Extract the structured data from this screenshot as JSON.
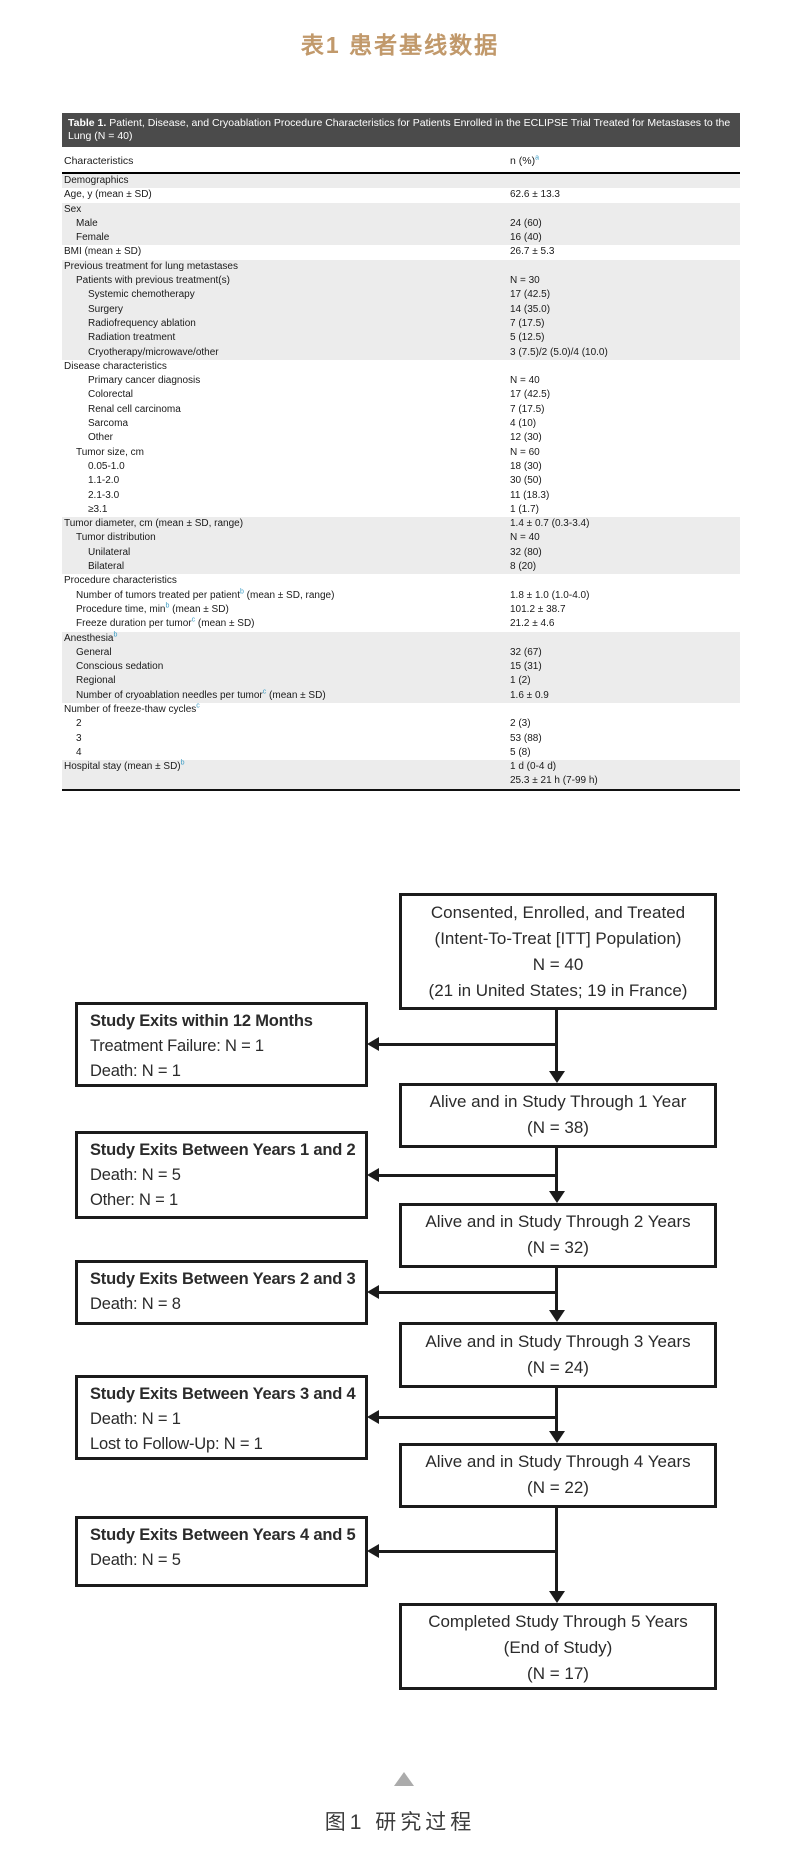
{
  "titles": {
    "table_caption": "表1  患者基线数据",
    "figure_caption": "图1  研究过程"
  },
  "colors": {
    "accent_title": "#c1996b",
    "table_header_bg": "#4b4b4b",
    "row_shade": "#ececec",
    "superscript": "#3f9ec6",
    "flow_line": "#1b1b1b",
    "triangle_gray": "#ababab"
  },
  "table": {
    "title_bold": "Table 1.",
    "title_rest": " Patient, Disease, and Cryoablation Procedure Characteristics for Patients Enrolled in the ECLIPSE Trial Treated for Metastases to the Lung (N = 40)",
    "col_left": "Characteristics",
    "col_right": "n (%)",
    "col_right_sup": "a",
    "rows": [
      {
        "pre": "Demographics",
        "value": "",
        "indent": 0,
        "shade": true
      },
      {
        "pre": "Age, y (mean ± SD)",
        "value": "62.6 ± 13.3",
        "indent": 0,
        "shade": false
      },
      {
        "pre": "Sex",
        "value": "",
        "indent": 0,
        "shade": true
      },
      {
        "pre": "Male",
        "value": "24 (60)",
        "indent": 1,
        "shade": true
      },
      {
        "pre": "Female",
        "value": "16 (40)",
        "indent": 1,
        "shade": true
      },
      {
        "pre": "BMI (mean ± SD)",
        "value": "26.7 ± 5.3",
        "indent": 0,
        "shade": false
      },
      {
        "pre": "Previous treatment for lung metastases",
        "value": "",
        "indent": 0,
        "shade": true
      },
      {
        "pre": "Patients with previous treatment(s)",
        "value": "N = 30",
        "indent": 1,
        "shade": true
      },
      {
        "pre": "Systemic chemotherapy",
        "value": "17 (42.5)",
        "indent": 2,
        "shade": true
      },
      {
        "pre": "Surgery",
        "value": "14 (35.0)",
        "indent": 2,
        "shade": true
      },
      {
        "pre": "Radiofrequency ablation",
        "value": "7 (17.5)",
        "indent": 2,
        "shade": true
      },
      {
        "pre": "Radiation treatment",
        "value": "5 (12.5)",
        "indent": 2,
        "shade": true
      },
      {
        "pre": "Cryotherapy/microwave/other",
        "value": "3 (7.5)/2 (5.0)/4 (10.0)",
        "indent": 2,
        "shade": true
      },
      {
        "pre": "Disease characteristics",
        "value": "",
        "indent": 0,
        "shade": false
      },
      {
        "pre": "Primary cancer diagnosis",
        "value": "N = 40",
        "indent": 2,
        "shade": false
      },
      {
        "pre": "Colorectal",
        "value": "17 (42.5)",
        "indent": 2,
        "shade": false
      },
      {
        "pre": "Renal cell carcinoma",
        "value": "7 (17.5)",
        "indent": 2,
        "shade": false
      },
      {
        "pre": "Sarcoma",
        "value": "4 (10)",
        "indent": 2,
        "shade": false
      },
      {
        "pre": "Other",
        "value": "12 (30)",
        "indent": 2,
        "shade": false
      },
      {
        "pre": "Tumor size, cm",
        "value": "N = 60",
        "indent": 1,
        "shade": false
      },
      {
        "pre": "0.05-1.0",
        "value": "18 (30)",
        "indent": 2,
        "shade": false
      },
      {
        "pre": "1.1-2.0",
        "value": "30 (50)",
        "indent": 2,
        "shade": false
      },
      {
        "pre": "2.1-3.0",
        "value": "11 (18.3)",
        "indent": 2,
        "shade": false
      },
      {
        "pre": "≥3.1",
        "value": "1 (1.7)",
        "indent": 2,
        "shade": false
      },
      {
        "pre": "Tumor diameter, cm (mean ± SD, range)",
        "value": "1.4 ± 0.7 (0.3-3.4)",
        "indent": 0,
        "shade": true
      },
      {
        "pre": "Tumor distribution",
        "value": "N = 40",
        "indent": 1,
        "shade": true
      },
      {
        "pre": "Unilateral",
        "value": "32 (80)",
        "indent": 2,
        "shade": true
      },
      {
        "pre": "Bilateral",
        "value": "8 (20)",
        "indent": 2,
        "shade": true
      },
      {
        "pre": "Procedure characteristics",
        "value": "",
        "indent": 0,
        "shade": false
      },
      {
        "pre": "Number of tumors treated per patient",
        "sup": "b",
        "post": " (mean ± SD, range)",
        "value": "1.8 ± 1.0 (1.0-4.0)",
        "indent": 1,
        "shade": false
      },
      {
        "pre": "Procedure time, min",
        "sup": "b",
        "post": " (mean ± SD)",
        "value": "101.2 ± 38.7",
        "indent": 1,
        "shade": false
      },
      {
        "pre": "Freeze duration per tumor",
        "sup": "c",
        "post": " (mean ± SD)",
        "value": "21.2 ± 4.6",
        "indent": 1,
        "shade": false
      },
      {
        "pre": "Anesthesia",
        "sup": "b",
        "post": "",
        "value": "",
        "indent": 0,
        "shade": true
      },
      {
        "pre": "General",
        "value": "32 (67)",
        "indent": 1,
        "shade": true
      },
      {
        "pre": "Conscious sedation",
        "value": "15 (31)",
        "indent": 1,
        "shade": true
      },
      {
        "pre": "Regional",
        "value": "1 (2)",
        "indent": 1,
        "shade": true
      },
      {
        "pre": "Number of cryoablation needles per tumor",
        "sup": "c",
        "post": " (mean ± SD)",
        "value": "1.6 ± 0.9",
        "indent": 1,
        "shade": true
      },
      {
        "pre": "Number of freeze-thaw cycles",
        "sup": "c",
        "post": "",
        "value": "",
        "indent": 0,
        "shade": false
      },
      {
        "pre": "2",
        "value": "2 (3)",
        "indent": 1,
        "shade": false
      },
      {
        "pre": "3",
        "value": "53 (88)",
        "indent": 1,
        "shade": false
      },
      {
        "pre": "4",
        "value": "5 (8)",
        "indent": 1,
        "shade": false
      },
      {
        "pre": "Hospital stay (mean ± SD)",
        "sup": "b",
        "post": "",
        "value": "1 d (0-4 d)",
        "indent": 0,
        "shade": true
      },
      {
        "pre": "",
        "value": "25.3 ± 21 h (7-99 h)",
        "indent": 0,
        "shade": true
      }
    ]
  },
  "flowchart": {
    "main_boxes": [
      {
        "lines": [
          "Consented, Enrolled, and Treated",
          "(Intent-To-Treat [ITT] Population)",
          "N = 40",
          "(21 in United States; 19 in France)"
        ]
      },
      {
        "lines": [
          "Alive and in Study Through 1 Year",
          "(N = 38)"
        ]
      },
      {
        "lines": [
          "Alive and in Study Through 2 Years",
          "(N = 32)"
        ]
      },
      {
        "lines": [
          "Alive and in Study Through 3 Years",
          "(N = 24)"
        ]
      },
      {
        "lines": [
          "Alive and in Study Through 4 Years",
          "(N = 22)"
        ]
      },
      {
        "lines": [
          "Completed Study Through 5 Years",
          "(End of Study)",
          "(N = 17)"
        ]
      }
    ],
    "exit_boxes": [
      {
        "title": "Study Exits within 12 Months",
        "lines": [
          "Treatment Failure: N = 1",
          "Death: N = 1"
        ]
      },
      {
        "title": "Study Exits Between Years 1 and 2",
        "lines": [
          "Death: N = 5",
          "Other: N = 1"
        ]
      },
      {
        "title": "Study Exits Between Years 2 and 3",
        "lines": [
          "Death: N = 8"
        ]
      },
      {
        "title": "Study Exits Between Years 3 and 4",
        "lines": [
          "Death: N = 1",
          "Lost to Follow-Up: N = 1"
        ]
      },
      {
        "title": "Study Exits Between Years 4 and 5",
        "lines": [
          "Death: N = 5"
        ]
      }
    ]
  }
}
